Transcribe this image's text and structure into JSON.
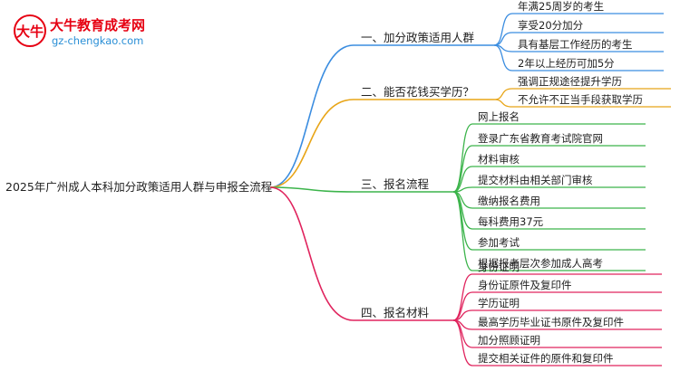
{
  "logo": {
    "name_cn": "大牛教育成考网",
    "domain": "gz-chengkao.com",
    "brand_color": "#e60012",
    "domain_color": "#2a8fd6"
  },
  "root": {
    "label": "2025年广州成人本科加分政策适用人群与申报全流程",
    "color": "#222222"
  },
  "branches": [
    {
      "label": "一、加分政策适用人群",
      "color": "#3b8de0",
      "items": [
        "年满25周岁的考生",
        "享受20分加分",
        "具有基层工作经历的考生",
        "2年以上经历可加5分"
      ]
    },
    {
      "label": "二、能否花钱买学历？",
      "color": "#e8a517",
      "items": [
        "强调正规途径提升学历",
        "不允许不正当手段获取学历"
      ]
    },
    {
      "label": "三、报名流程",
      "color": "#3cb44b",
      "items": [
        "网上报名",
        "登录广东省教育考试院官网",
        "材料审核",
        "提交材料由相关部门审核",
        "缴纳报名费用",
        "每科费用37元",
        "参加考试",
        "根据报考层次参加成人高考"
      ]
    },
    {
      "label": "四、报名材料",
      "color": "#e0245e",
      "items": [
        "身份证明",
        "身份证原件及复印件",
        "学历证明",
        "最高学历毕业证书原件及复印件",
        "加分照顾证明",
        "提交相关证件的原件和复印件"
      ]
    }
  ]
}
